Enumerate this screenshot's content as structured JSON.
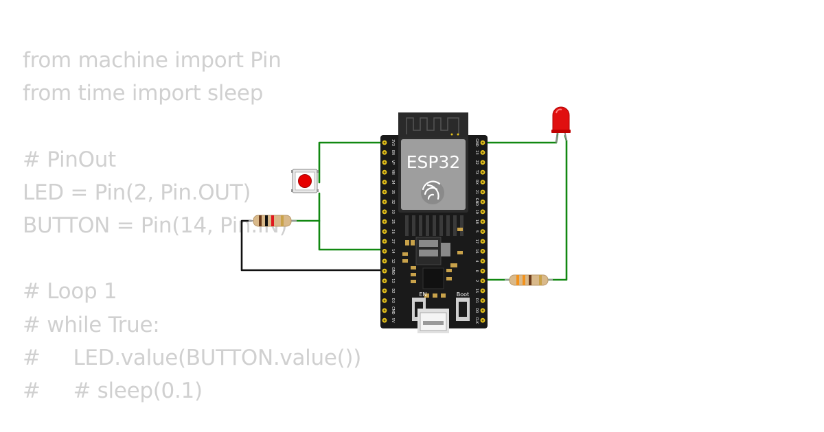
{
  "code": {
    "lines": [
      "from machine import Pin",
      "from time import sleep",
      "",
      "# PinOut",
      "LED = Pin(2, Pin.OUT)",
      "BUTTON = Pin(14, Pin.IN)",
      "",
      "# Loop 1",
      "# while True:",
      "#     LED.value(BUTTON.value())",
      "#     # sleep(0.1)"
    ]
  },
  "board": {
    "chip_label": "ESP32",
    "en_label": "EN",
    "boot_label": "Boot",
    "left_pins": [
      "3V3",
      "EN",
      "VP",
      "VN",
      "34",
      "35",
      "32",
      "33",
      "25",
      "26",
      "27",
      "14",
      "12",
      "GND",
      "13",
      "D2",
      "D3",
      "CMD",
      "5V"
    ],
    "right_pins": [
      "GND",
      "23",
      "22",
      "TX",
      "RX",
      "21",
      "GND",
      "19",
      "18",
      "5",
      "17",
      "16",
      "4",
      "0",
      "2",
      "15",
      "D1",
      "D0",
      "CLK"
    ]
  },
  "colors": {
    "wire_green": "#118811",
    "wire_black": "#111111",
    "board": "#1a1a1a",
    "pin_gold": "#e6c21a",
    "led_red": "#e01010",
    "button_red": "#e60000",
    "code_text": "#d0d0d0"
  }
}
